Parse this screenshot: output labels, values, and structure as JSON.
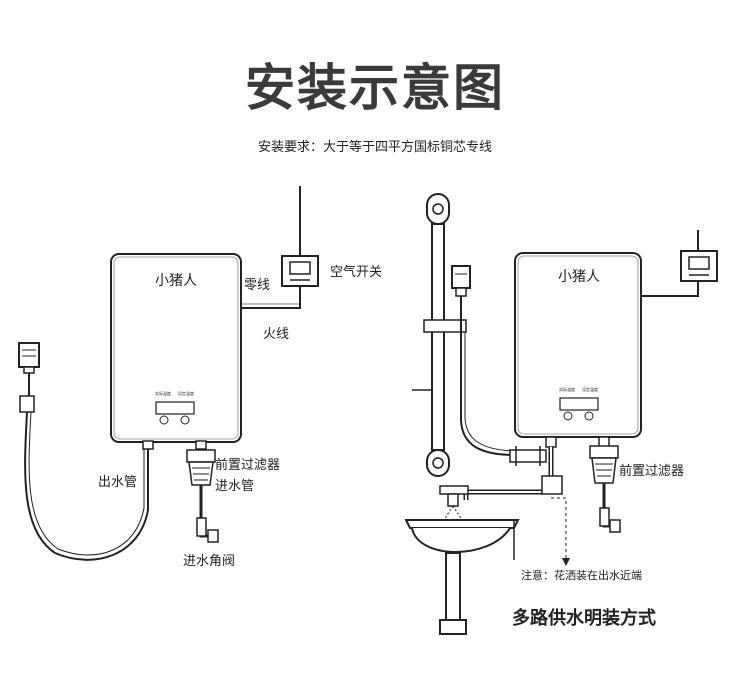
{
  "title": "安装示意图",
  "requirement": "安装要求：大于等于四平方国标铜芯专线",
  "left": {
    "brand": "小猪人",
    "panel_left": "实际温度",
    "panel_right": "设定温度",
    "neutral_wire": "零线",
    "live_wire": "火线",
    "air_switch": "空气开关",
    "outlet_pipe": "出水管",
    "pre_filter": "前置过滤器",
    "inlet_pipe": "进水管",
    "angle_valve": "进水角阀"
  },
  "right": {
    "brand": "小猪人",
    "panel_left": "实际温度",
    "panel_right": "设定温度",
    "pre_filter": "前置过滤器",
    "note": "注意：花洒装在出水近端",
    "caption": "多路供水明装方式"
  }
}
